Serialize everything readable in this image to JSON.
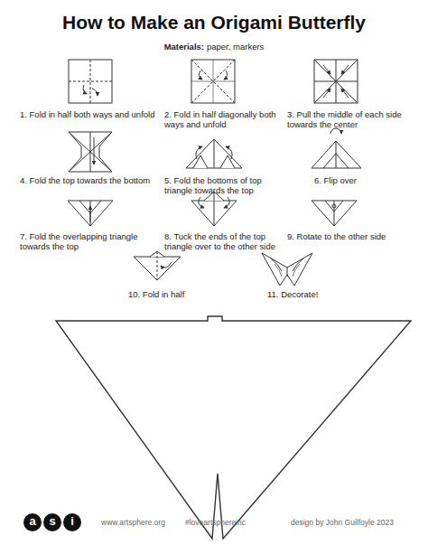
{
  "diagram": {
    "title": "How to Make an Origami Butterfly",
    "labels": [
      "Materials:",
      "paper, markers",
      "1. Fold in half both ways and unfold",
      "2. Fold in half diagonally both ways and unfold",
      "3. Pull the middle of each side towards the center",
      "4. Fold the top towards the bottom",
      "5. Fold the bottoms of top triangle towards the top",
      "6. Flip over",
      "7. Fold the overlapping triangle towards the top",
      "8. Tuck the ends of the top triangle over to the other side",
      "9. Rotate to the other side",
      "10. Fold in half",
      "11. Decorate!",
      "a",
      "s",
      "i",
      "www.artsphere.org",
      "#loveartsphereinc",
      "design by John Guilfoyle 2023"
    ]
  }
}
